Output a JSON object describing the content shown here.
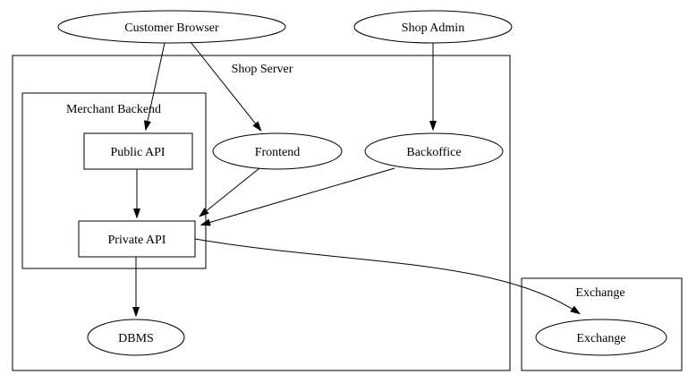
{
  "diagram": {
    "nodes": {
      "customer_browser": "Customer Browser",
      "shop_admin": "Shop Admin",
      "shop_server": "Shop Server",
      "merchant_backend": "Merchant Backend",
      "public_api": "Public API",
      "frontend": "Frontend",
      "backoffice": "Backoffice",
      "private_api": "Private API",
      "dbms": "DBMS",
      "exchange_group": "Exchange",
      "exchange": "Exchange"
    },
    "edges": [
      {
        "from": "Customer Browser",
        "to": "Public API"
      },
      {
        "from": "Customer Browser",
        "to": "Frontend"
      },
      {
        "from": "Shop Admin",
        "to": "Backoffice"
      },
      {
        "from": "Public API",
        "to": "Private API"
      },
      {
        "from": "Frontend",
        "to": "Private API"
      },
      {
        "from": "Backoffice",
        "to": "Private API"
      },
      {
        "from": "Private API",
        "to": "DBMS"
      },
      {
        "from": "Private API",
        "to": "Exchange"
      }
    ],
    "colors": {
      "merchant_backend_border": "#0000ff",
      "public_api_border": "#00ff00",
      "private_api_border": "#ff0000",
      "line": "#000000",
      "background": "#ffffff"
    }
  }
}
